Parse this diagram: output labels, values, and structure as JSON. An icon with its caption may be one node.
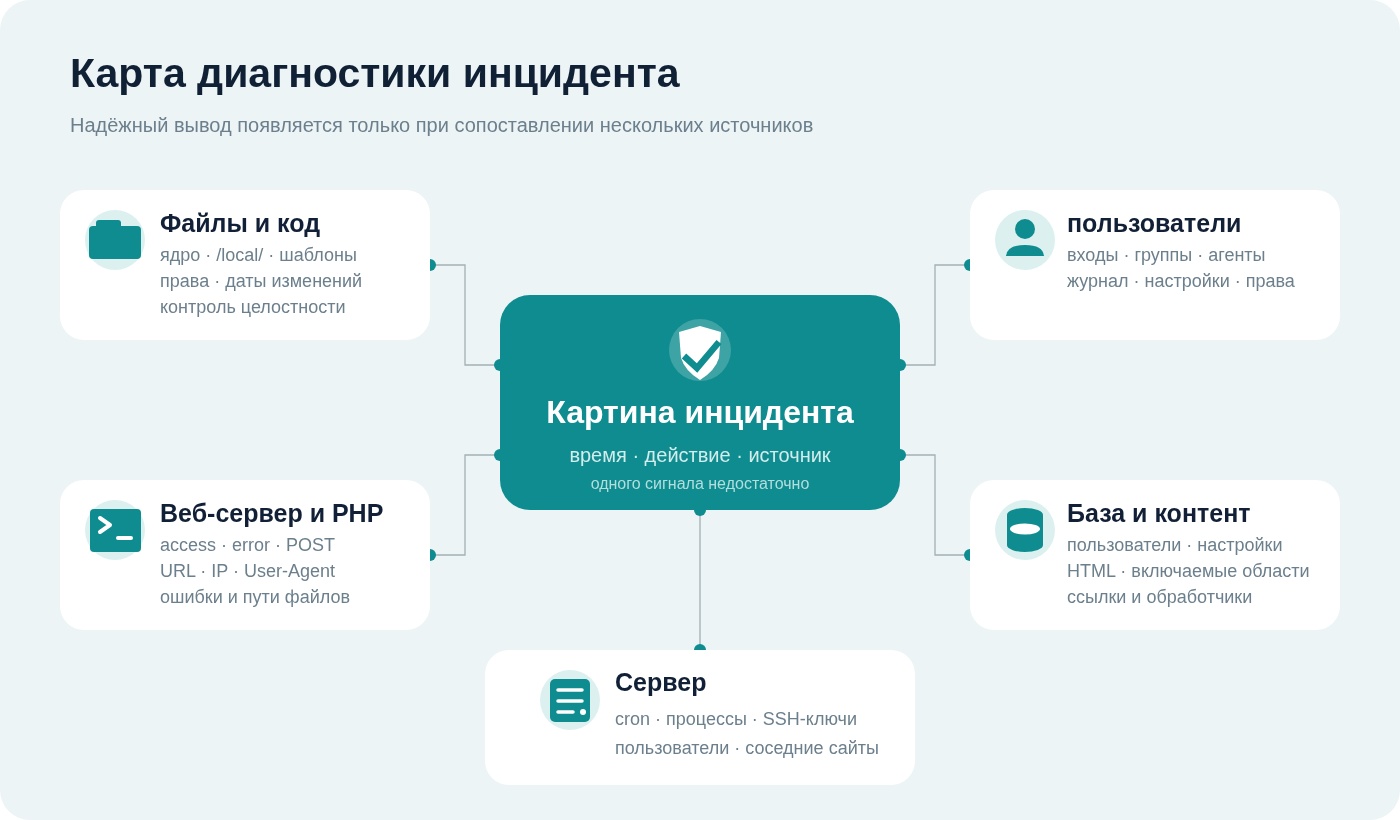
{
  "diagram": {
    "title": "Карта диагностики инцидента",
    "nodes": [
      {
        "text": [
          "Файлы и код",
          "ядро · /local/ · шаблоны",
          "права · даты изменений",
          "контроль целостности"
        ]
      },
      {
        "text": [
          "пользователи",
          "входы · группы · агенты",
          "журнал · настройки · права"
        ]
      },
      {
        "text": [
          "Картина инцидента",
          "время · действие · источник",
          "одного сигнала недостаточно"
        ]
      },
      {
        "text": [
          "Веб-сервер и PHP",
          "access · error · POST",
          "URL · IP · User-Agent",
          "ошибки и пути файлов"
        ]
      },
      {
        "text": [
          "База и контент",
          "пользователи · настройки",
          "HTML · включаемые области",
          "ссылки и обработчики"
        ]
      },
      {
        "text": [
          "Сервер",
          "cron · процессы · SSH-ключи",
          "пользователи · соседние сайты"
        ]
      }
    ],
    "edges": [
      {
        "from": 2,
        "to": 0,
        "arrow": "other"
      },
      {
        "from": 2,
        "to": 1,
        "arrow": "other"
      },
      {
        "from": 2,
        "to": 3,
        "arrow": "other"
      },
      {
        "from": 2,
        "to": 4,
        "arrow": "other"
      },
      {
        "from": 2,
        "to": 5,
        "arrow": "other"
      }
    ],
    "labels": [
      "Надёжный вывод появляется только при сопоставлении нескольких источников"
    ]
  }
}
